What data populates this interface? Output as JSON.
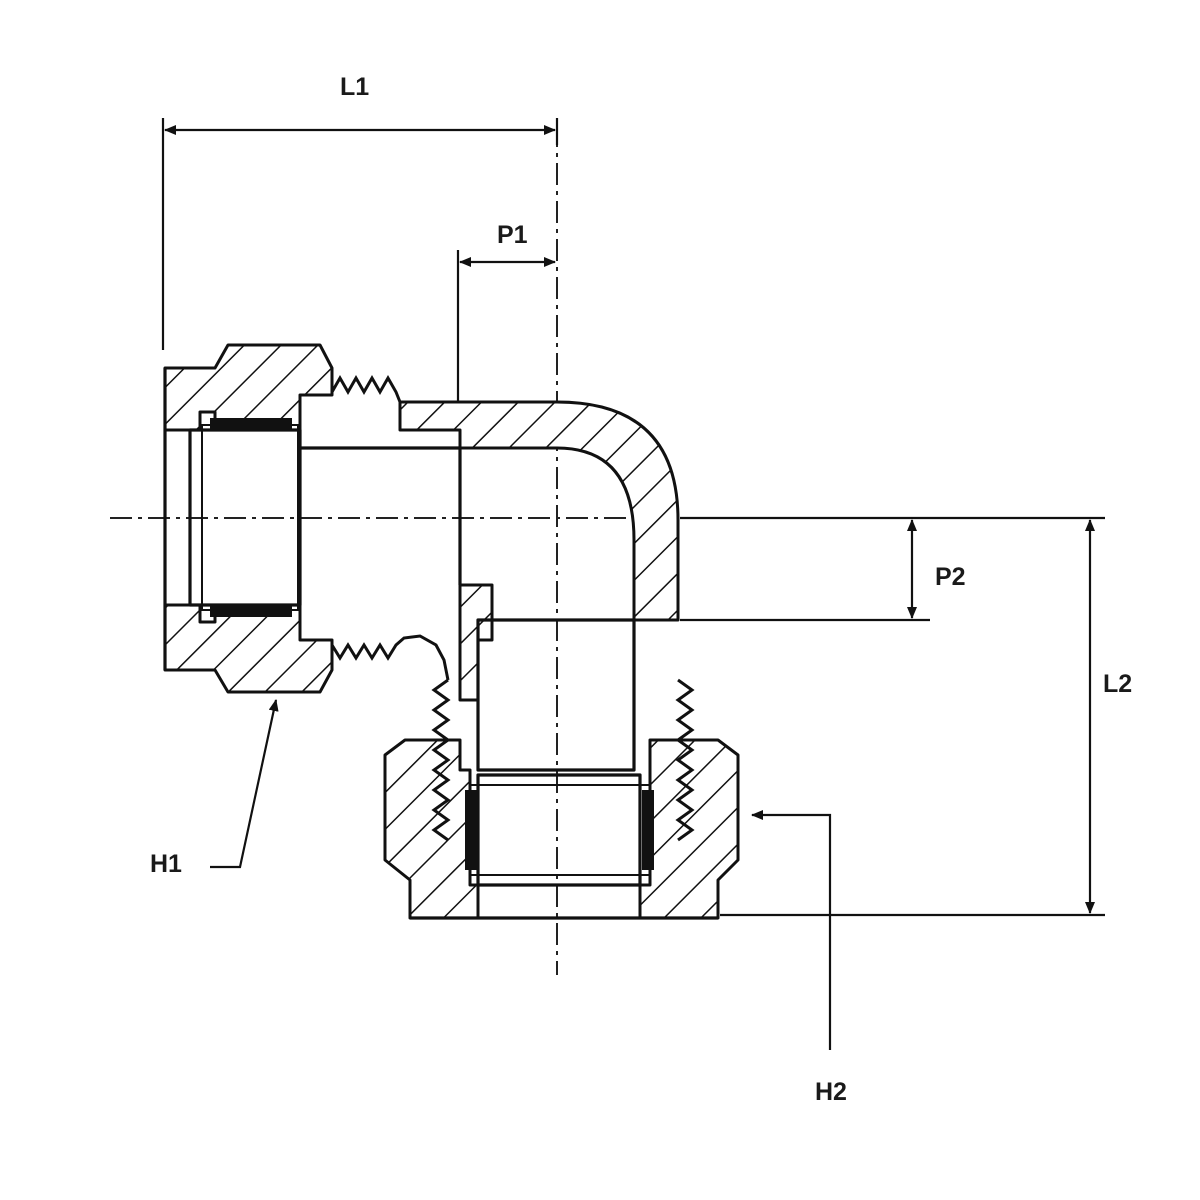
{
  "labels": {
    "L1": "L1",
    "P1": "P1",
    "P2": "P2",
    "L2": "L2",
    "H1": "H1",
    "H2": "H2"
  },
  "colors": {
    "line": "#111111",
    "background": "#ffffff"
  }
}
